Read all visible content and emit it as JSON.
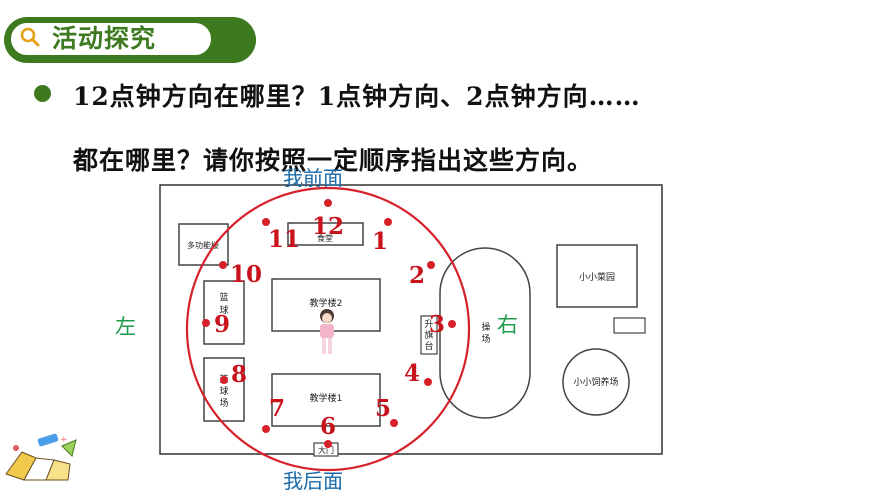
{
  "header": {
    "title": "活动探究",
    "icon": "search-icon",
    "accent": "#3d7a1f"
  },
  "question": {
    "line1": "12点钟方向在哪里？1点钟方向、2点钟方向……",
    "line2": "都在哪里？请你按照一定顺序指出这些方向。"
  },
  "map": {
    "front_label": "我前面",
    "back_label": "我后面",
    "left_label": "左",
    "right_label": "右",
    "buildings": {
      "multi": "多功能楼",
      "canteen": "食堂",
      "teach2": "教学楼2",
      "teach1": "教学楼1",
      "basket1": "篮球",
      "basket2": "篮球场",
      "flag": "升旗台",
      "playground": "操场",
      "garden": "小小菜园",
      "farm": "小小饲养场",
      "gate": "大门"
    },
    "clock_numbers": [
      "12",
      "1",
      "2",
      "3",
      "4",
      "5",
      "6",
      "7",
      "8",
      "9",
      "10",
      "11"
    ],
    "colors": {
      "circle": "#d6202a",
      "numbers": "#c8121c",
      "label_blue": "#1a6aa8",
      "label_green": "#1e9a4a"
    }
  }
}
